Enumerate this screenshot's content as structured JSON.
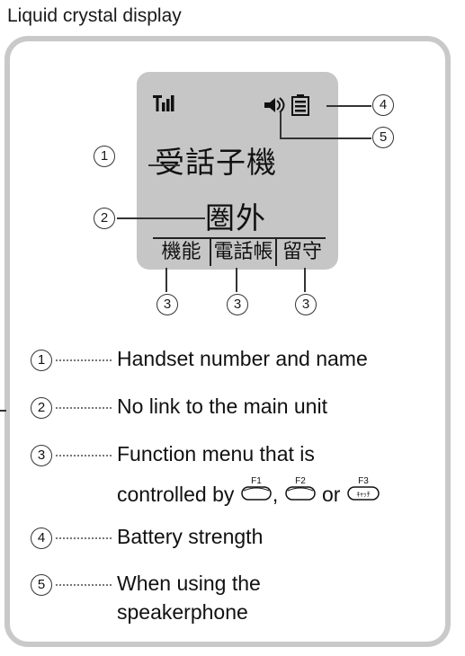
{
  "heading": "Liquid crystal display",
  "lcd": {
    "handset_text": "受話子機",
    "status_text": "圏外",
    "softkeys": [
      "機能",
      "電話帳",
      "留守"
    ]
  },
  "callouts": [
    "1",
    "2",
    "3",
    "4",
    "5"
  ],
  "legend": [
    {
      "num": "1",
      "text": "Handset number and name"
    },
    {
      "num": "2",
      "text": "No link to the main unit"
    },
    {
      "num": "3",
      "text_line1": "Function menu that is",
      "text_line2_prefix": "controlled by",
      "sep1": ",",
      "sep2": "or"
    },
    {
      "num": "4",
      "text": "Battery strength"
    },
    {
      "num": "5",
      "text_line1": "When using the",
      "text_line2": "speakerphone"
    }
  ],
  "keys": {
    "f1": "F1",
    "f2": "F2",
    "f3": "F3",
    "f3_face": "ｷｬｯﾁ"
  },
  "colors": {
    "lcd": "#c6c6c6",
    "frame": "#c9c9c9",
    "text": "#1a1a1a"
  }
}
